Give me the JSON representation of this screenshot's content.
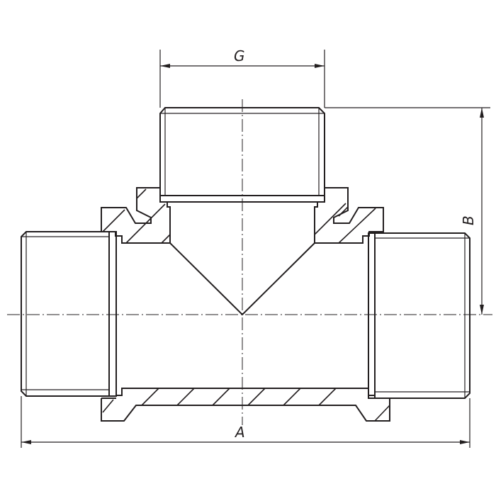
{
  "drawing": {
    "dimensions": {
      "A": "A",
      "B": "B",
      "G": "G"
    },
    "line_color": "#231f20"
  }
}
